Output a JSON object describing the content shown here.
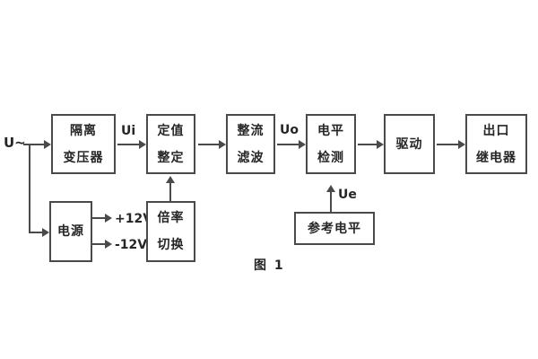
{
  "diagram": {
    "caption": "图 1",
    "labels": {
      "input": "U~",
      "ui": "Ui",
      "uo": "Uo",
      "ue": "Ue",
      "rail_pos": "+12V",
      "rail_neg": "-12V"
    },
    "blocks": {
      "isolation_transformer": {
        "line1": "隔离",
        "line2": "变压器"
      },
      "value_setting": {
        "line1": "定值",
        "line2": "整定"
      },
      "rectifier_filter": {
        "line1": "整流",
        "line2": "滤波"
      },
      "level_detect": {
        "line1": "电平",
        "line2": "检测"
      },
      "driver": {
        "label": "驱动"
      },
      "output_relay": {
        "line1": "出口",
        "line2": "继电器"
      },
      "power_supply": {
        "label": "电源"
      },
      "ratio_switch": {
        "line1": "倍率",
        "line2": "切换"
      },
      "reference_level": {
        "label": "参考电平"
      }
    },
    "colors": {
      "line": "#4a4a4a",
      "text": "#262626",
      "background": "#ffffff"
    }
  }
}
